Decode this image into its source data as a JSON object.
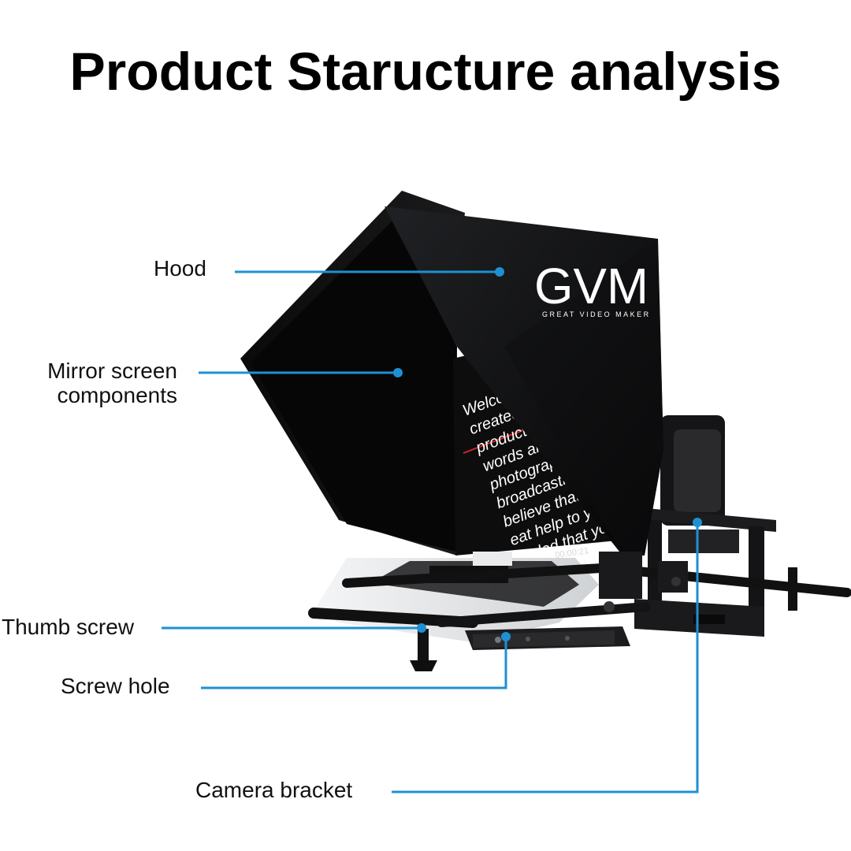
{
  "title": "Product Staructure analysis",
  "brand": {
    "logo": "GVM",
    "tagline": "Great Video Maker"
  },
  "screen_text": {
    "lines": [
      "Welcom",
      "created fo",
      "product can",
      "words and wr",
      "photography/Yo",
      "broadcasting more",
      "believe that the corr",
      "eat help to your s",
      "ended that yo"
    ],
    "timer": "00:00:21"
  },
  "labels": {
    "hood": "Hood",
    "mirror_line1": "Mirror screen",
    "mirror_line2": "components",
    "thumb_screw": "Thumb screw",
    "screw_hole": "Screw hole",
    "camera_bracket": "Camera bracket"
  },
  "colors": {
    "leader": "#1e90d2",
    "hood": "#0b0b0c",
    "metal": "#1a1a1c",
    "tablet": "#e8eaec"
  }
}
